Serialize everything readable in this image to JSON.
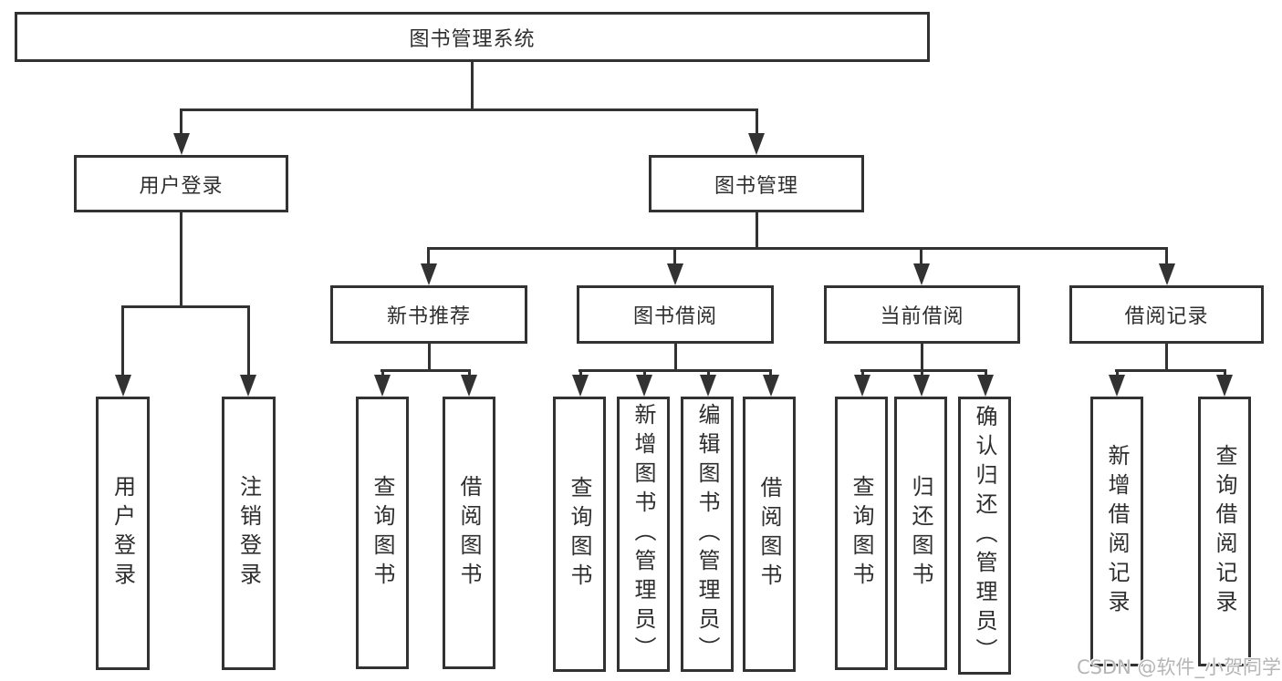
{
  "diagram": {
    "type": "hierarchy",
    "tree": {
      "root": {
        "label": "图书管理系统",
        "children": [
          {
            "label": "用户登录",
            "children": [
              {
                "label": "用户登录"
              },
              {
                "label": "注销登录"
              }
            ]
          },
          {
            "label": "图书管理",
            "children": [
              {
                "label": "新书推荐",
                "children": [
                  {
                    "label": "查询图书"
                  },
                  {
                    "label": "借阅图书"
                  }
                ]
              },
              {
                "label": "图书借阅",
                "children": [
                  {
                    "label": "查询图书"
                  },
                  {
                    "label": "新增图书（管理员）"
                  },
                  {
                    "label": "编辑图书（管理员）"
                  },
                  {
                    "label": "借阅图书"
                  }
                ]
              },
              {
                "label": "当前借阅",
                "children": [
                  {
                    "label": "查询图书"
                  },
                  {
                    "label": "归还图书"
                  },
                  {
                    "label": "确认归还（管理员）"
                  }
                ]
              },
              {
                "label": "借阅记录",
                "children": [
                  {
                    "label": "新增借阅记录"
                  },
                  {
                    "label": "查询借阅记录"
                  }
                ]
              }
            ]
          }
        ]
      }
    },
    "colors": {
      "line": "#323232",
      "border": "#323232",
      "text": "#2e2e2e",
      "background": "#ffffff",
      "watermark": "#b5b5b5"
    }
  },
  "watermark": {
    "text": "CSDN @软件_小贺同学"
  }
}
